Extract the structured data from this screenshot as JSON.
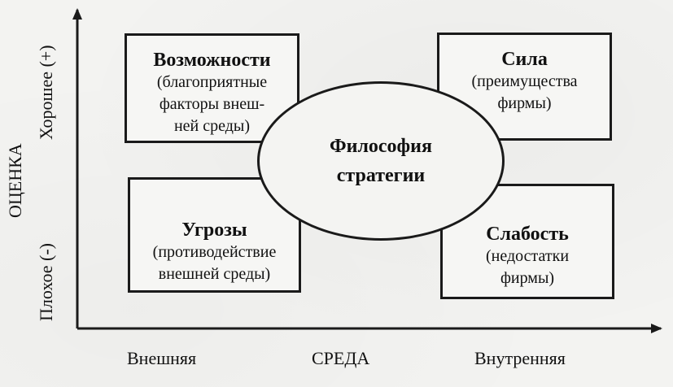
{
  "quadrants": {
    "opportunities": {
      "title": "Возможности",
      "lines": [
        "(благоприятные",
        "факторы внеш-",
        "ней среды)"
      ]
    },
    "strength": {
      "title": "Сила",
      "lines": [
        "(преимущества",
        "фирмы)"
      ]
    },
    "threats": {
      "title": "Угрозы",
      "lines": [
        "(противодействие",
        "внешней среды)"
      ]
    },
    "weakness": {
      "title": "Слабость",
      "lines": [
        "(недостатки",
        "фирмы)"
      ]
    }
  },
  "center": {
    "lines": [
      "Философия",
      "стратегии"
    ]
  },
  "x_axis": {
    "left": "Внешняя",
    "center": "СРЕДА",
    "right": "Внутренняя"
  },
  "y_axis": {
    "title": "ОЦЕНКА",
    "good": "Хорошее (+)",
    "bad": "Плохое (-)"
  }
}
